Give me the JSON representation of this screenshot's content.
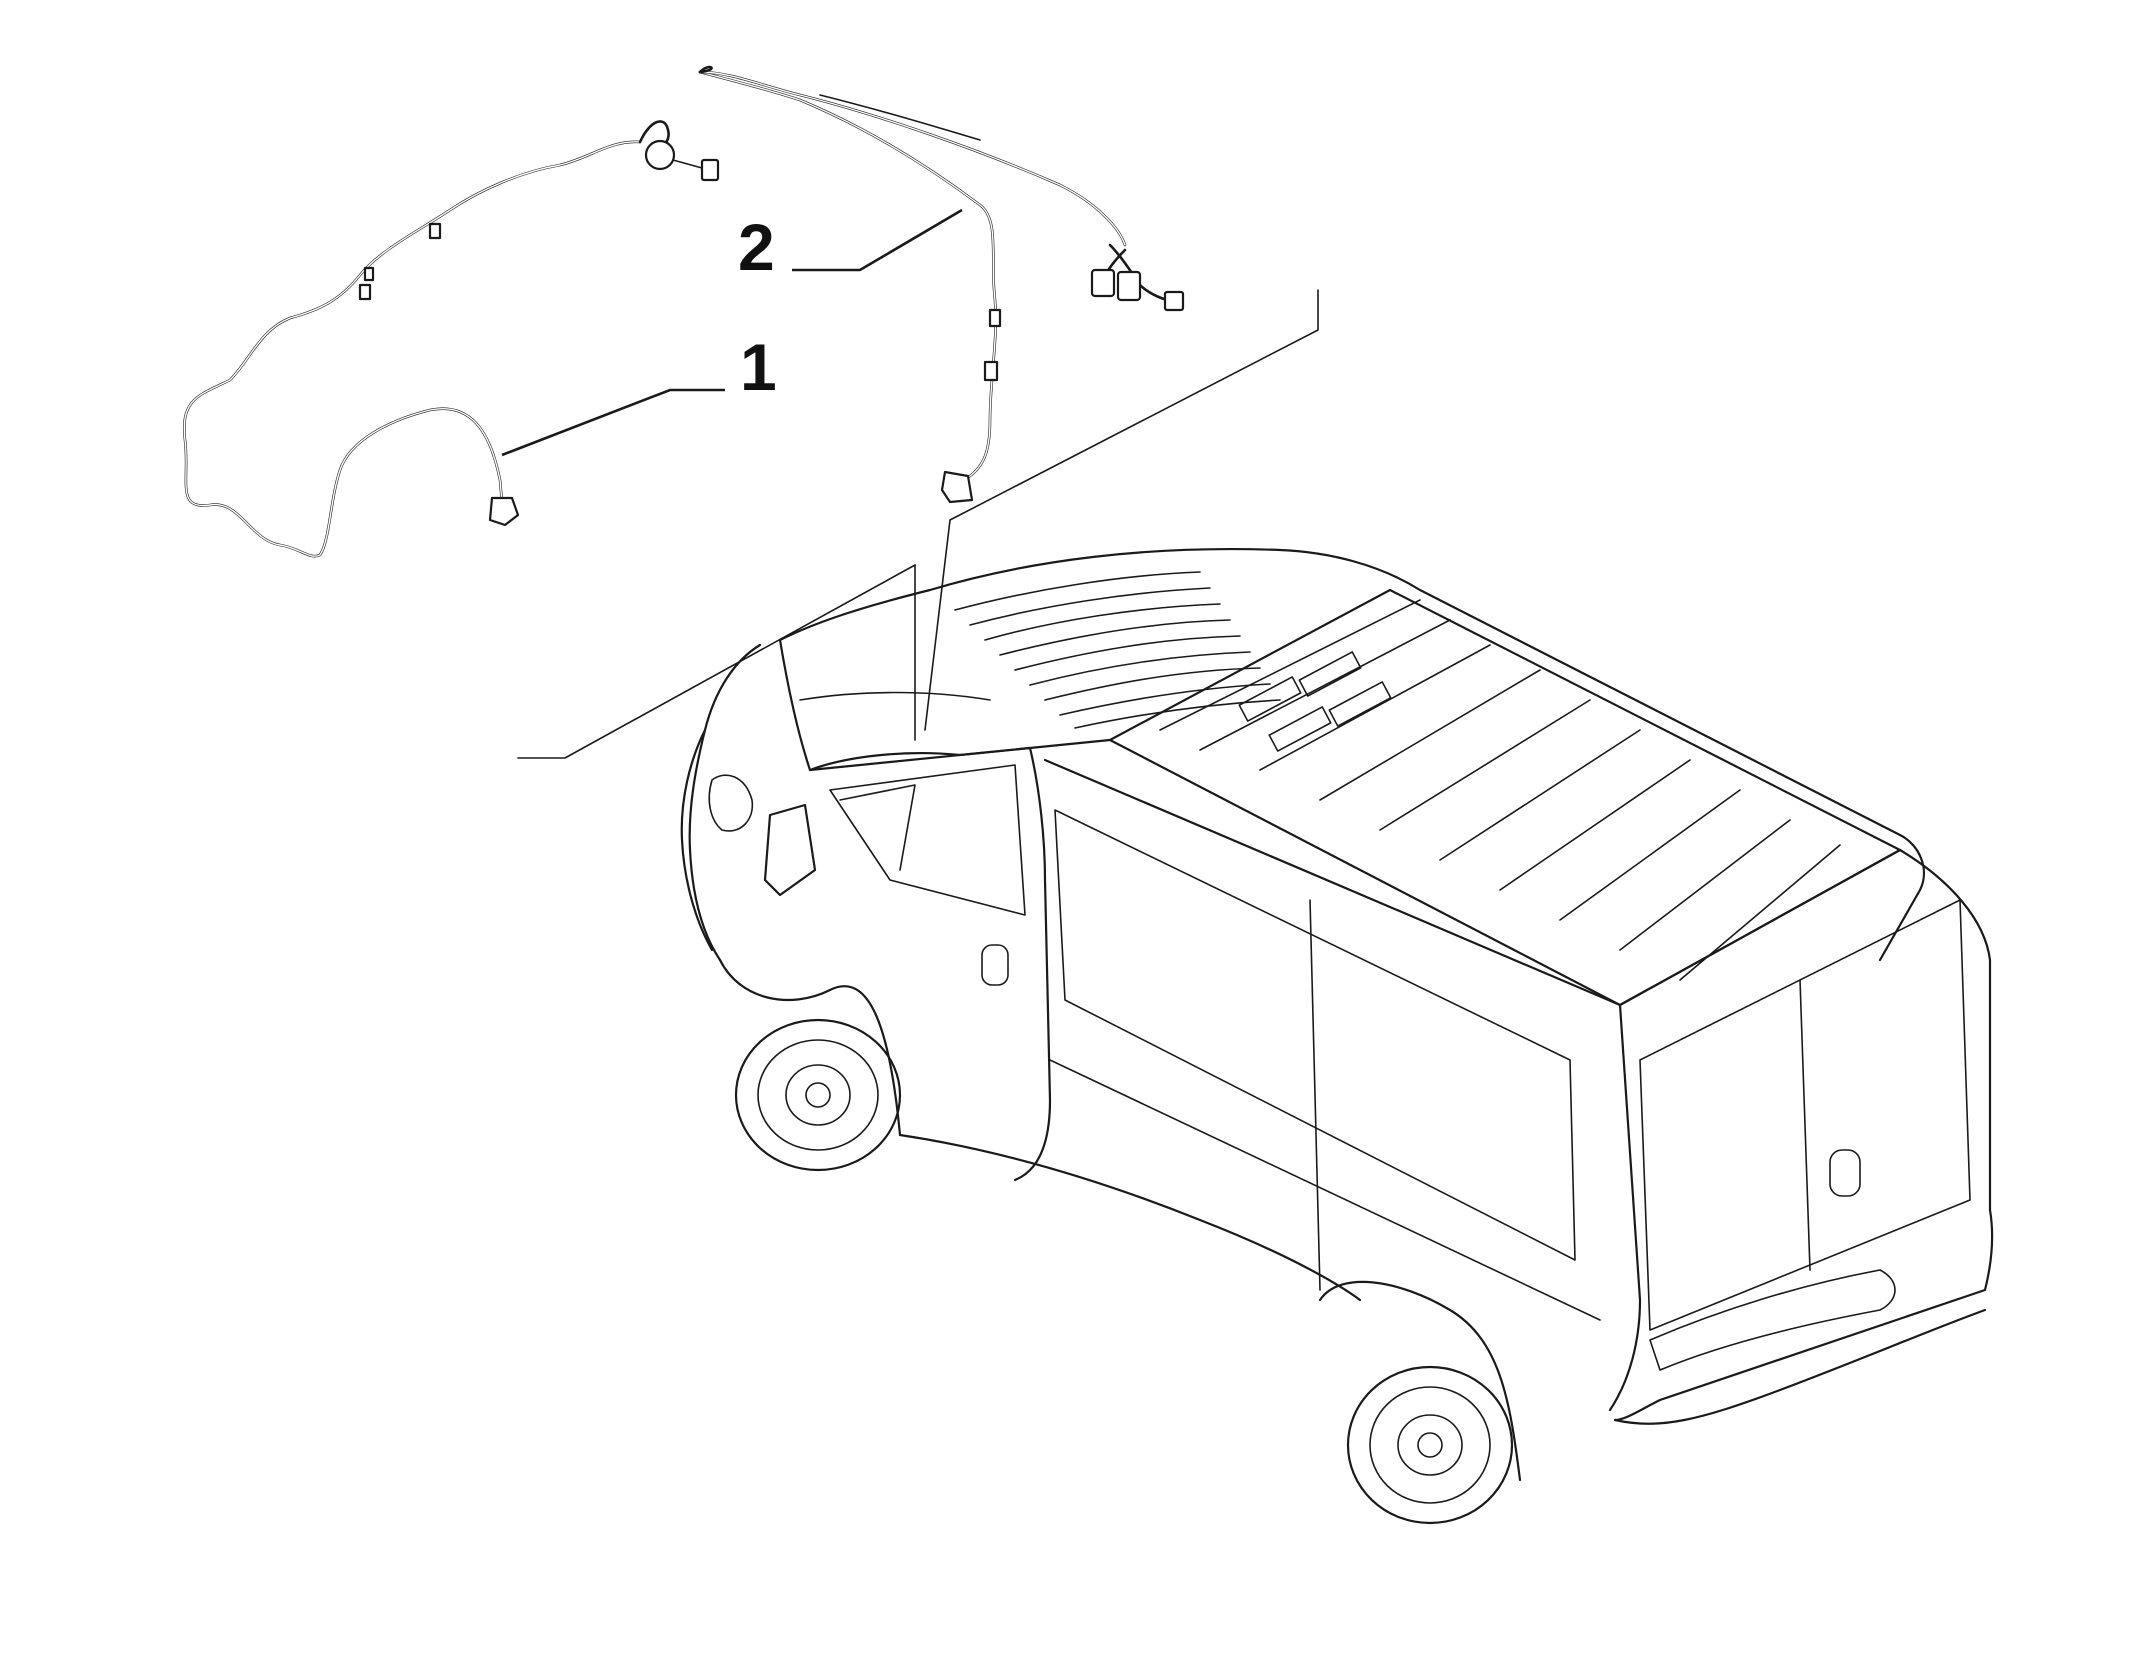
{
  "callouts": [
    {
      "id": "1",
      "label": "1"
    },
    {
      "id": "2",
      "label": "2"
    }
  ],
  "colors": {
    "line": "#1a1a1a",
    "background": "#ffffff"
  },
  "icons": [
    "wiring-harness-1",
    "wiring-harness-2",
    "van-illustration"
  ]
}
